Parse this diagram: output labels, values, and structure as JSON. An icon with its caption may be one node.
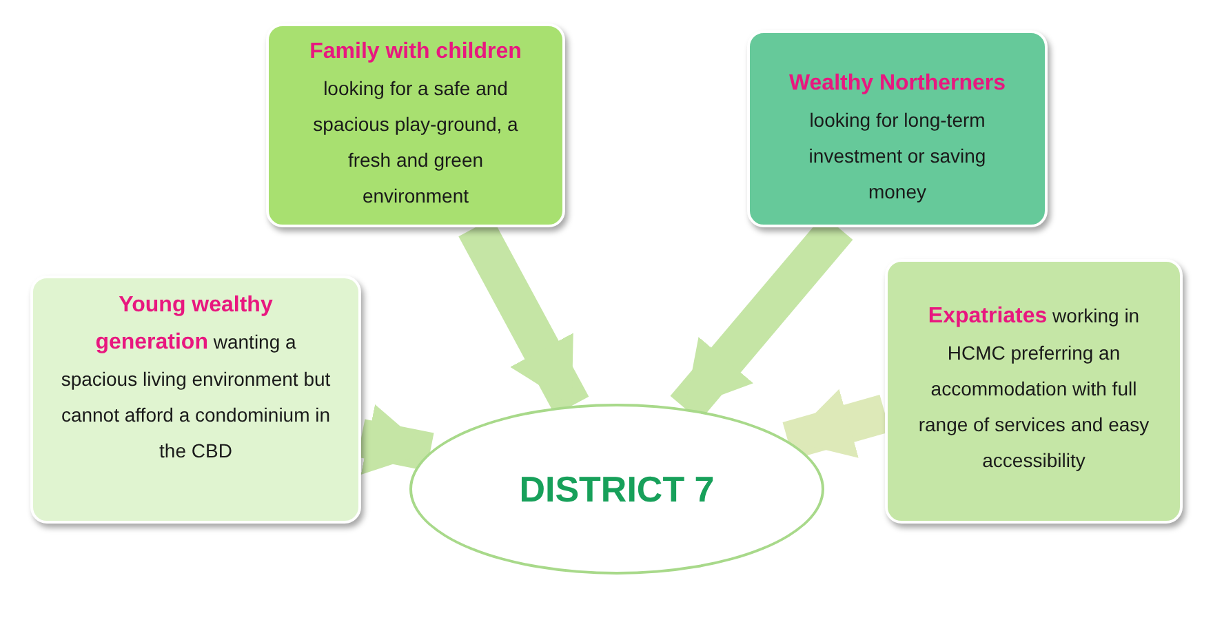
{
  "diagram": {
    "nodes": [
      {
        "text": [
          "Family with children",
          "looking for a safe and spacious play-ground, a fresh and green environment"
        ]
      },
      {
        "text": [
          "Wealthy Northerners",
          "looking for long-term investment or saving money"
        ]
      },
      {
        "text": [
          "**Young wealthy generation** wanting a spacious living environment but cannot afford a condominium in the CBD"
        ]
      },
      {
        "text": [
          "**Expatriates** working in HCMC preferring an accommodation with full range of services and easy accessibility"
        ]
      },
      {
        "text": [
          "DISTRICT 7"
        ]
      }
    ],
    "edges": [
      {
        "from": 0,
        "to": 4,
        "arrow": "to"
      },
      {
        "from": 1,
        "to": 4,
        "arrow": "to"
      },
      {
        "from": 2,
        "to": 4,
        "arrow": "to"
      },
      {
        "from": 3,
        "to": 4,
        "arrow": "to",
        "color": "#dde9b8"
      }
    ]
  }
}
